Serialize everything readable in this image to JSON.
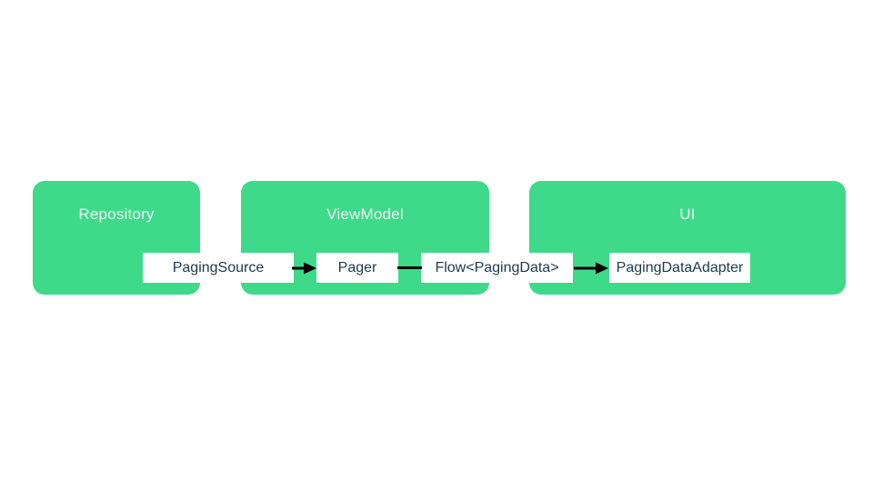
{
  "diagram": {
    "type": "architecture-flow",
    "layers": [
      {
        "id": "repository",
        "label": "Repository"
      },
      {
        "id": "viewmodel",
        "label": "ViewModel"
      },
      {
        "id": "ui",
        "label": "UI"
      }
    ],
    "components": [
      {
        "id": "paging-source",
        "label": "PagingSource"
      },
      {
        "id": "pager",
        "label": "Pager"
      },
      {
        "id": "flow-paging-data",
        "label": "Flow<PagingData>"
      },
      {
        "id": "paging-data-adapter",
        "label": "PagingDataAdapter"
      }
    ],
    "connectors": [
      {
        "from": "PagingSource",
        "to": "Pager",
        "style": "arrow"
      },
      {
        "from": "Pager",
        "to": "Flow<PagingData>",
        "style": "line"
      },
      {
        "from": "Flow<PagingData>",
        "to": "PagingDataAdapter",
        "style": "arrow"
      }
    ],
    "colors": {
      "background": "#ffffff",
      "layer_fill": "#3fd98a",
      "layer_title_text": "#ecfaf2",
      "component_fill": "#ffffff",
      "component_text": "#1d3a4e",
      "connector": "#000000"
    }
  }
}
